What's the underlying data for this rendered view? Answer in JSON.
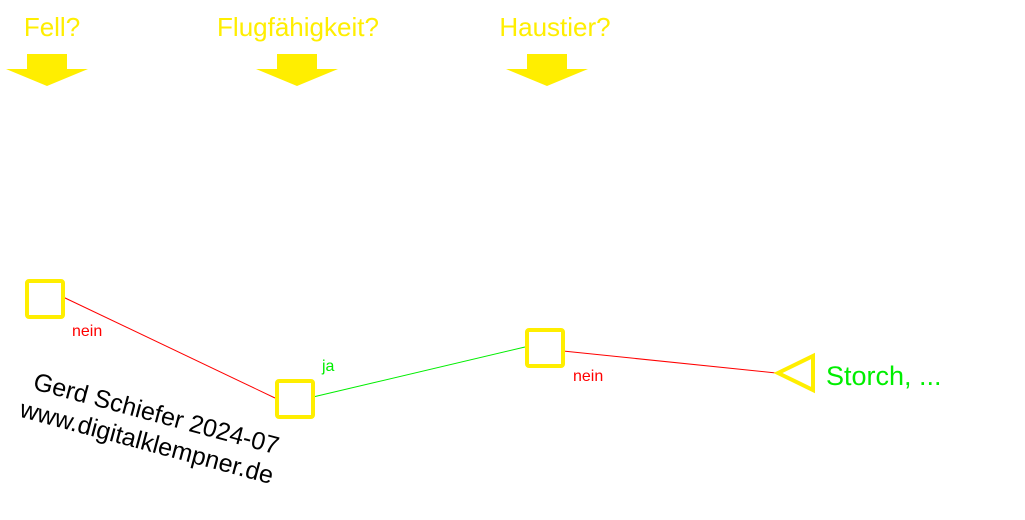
{
  "diagram": {
    "colors": {
      "node": "#ffee00",
      "no": "#ff0000",
      "yes": "#00ee00",
      "leaf_text": "#00ee00",
      "credit": "#000000"
    },
    "questions": [
      {
        "label": "Fell?"
      },
      {
        "label": "Flugfähigkeit?"
      },
      {
        "label": "Haustier?"
      }
    ],
    "nodes": [
      {
        "id": "fell",
        "shape": "square"
      },
      {
        "id": "flug",
        "shape": "square"
      },
      {
        "id": "haustier",
        "shape": "square"
      },
      {
        "id": "leaf",
        "shape": "triangle",
        "label": "Storch, ..."
      }
    ],
    "edges": [
      {
        "from": "fell",
        "to": "flug",
        "label": "nein",
        "kind": "no"
      },
      {
        "from": "flug",
        "to": "haustier",
        "label": "ja",
        "kind": "yes"
      },
      {
        "from": "haustier",
        "to": "leaf",
        "label": "nein",
        "kind": "no"
      }
    ],
    "credit": {
      "line1": "Gerd Schiefer 2024-07",
      "line2": "www.digitalklempner.de"
    }
  }
}
